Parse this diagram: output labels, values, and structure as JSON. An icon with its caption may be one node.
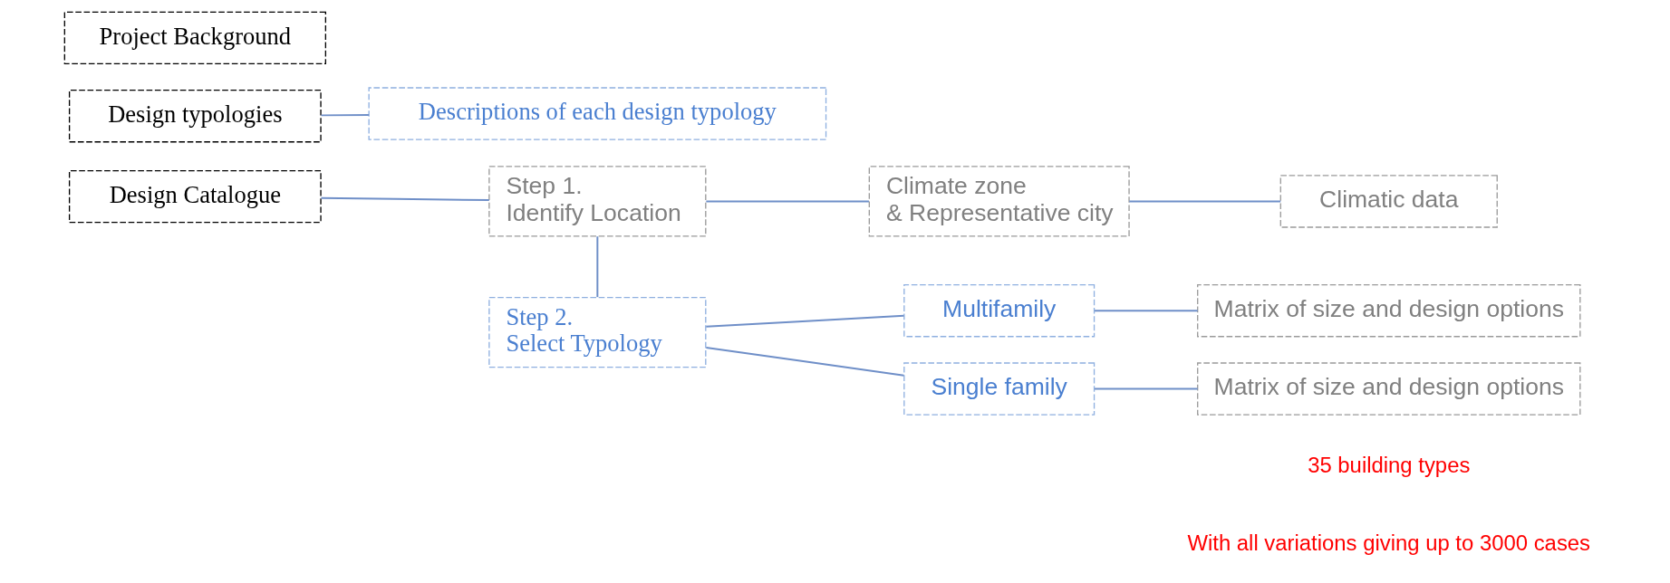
{
  "diagram": {
    "nodes": [
      {
        "text": [
          "Project Background"
        ]
      },
      {
        "text": [
          "Design typologies"
        ]
      },
      {
        "text": [
          "Design Catalogue"
        ]
      },
      {
        "text": [
          "Descriptions of each design typology"
        ]
      },
      {
        "text": [
          "Step 1. Identify Location"
        ]
      },
      {
        "text": [
          "Climate zone & Representative city"
        ]
      },
      {
        "text": [
          "Climatic data"
        ]
      },
      {
        "text": [
          "Step 2. Select Typology"
        ]
      },
      {
        "text": [
          "Multifamily"
        ]
      },
      {
        "text": [
          "Single family"
        ]
      },
      {
        "text": [
          "Matrix of size and design options"
        ]
      },
      {
        "text": [
          "Matrix of size and design options"
        ]
      }
    ],
    "edges": [
      {
        "from": 1,
        "to": 3,
        "arrow": "none"
      },
      {
        "from": 2,
        "to": 4,
        "arrow": "none"
      },
      {
        "from": 4,
        "to": 5,
        "arrow": "none"
      },
      {
        "from": 5,
        "to": 6,
        "arrow": "none"
      },
      {
        "from": 4,
        "to": 7,
        "arrow": "none"
      },
      {
        "from": 7,
        "to": 8,
        "arrow": "none"
      },
      {
        "from": 7,
        "to": 9,
        "arrow": "none"
      },
      {
        "from": 8,
        "to": 10,
        "arrow": "none"
      },
      {
        "from": 9,
        "to": 11,
        "arrow": "none"
      }
    ],
    "labels": [
      "35 building types",
      "With all variations giving up to 3000 cases"
    ]
  }
}
